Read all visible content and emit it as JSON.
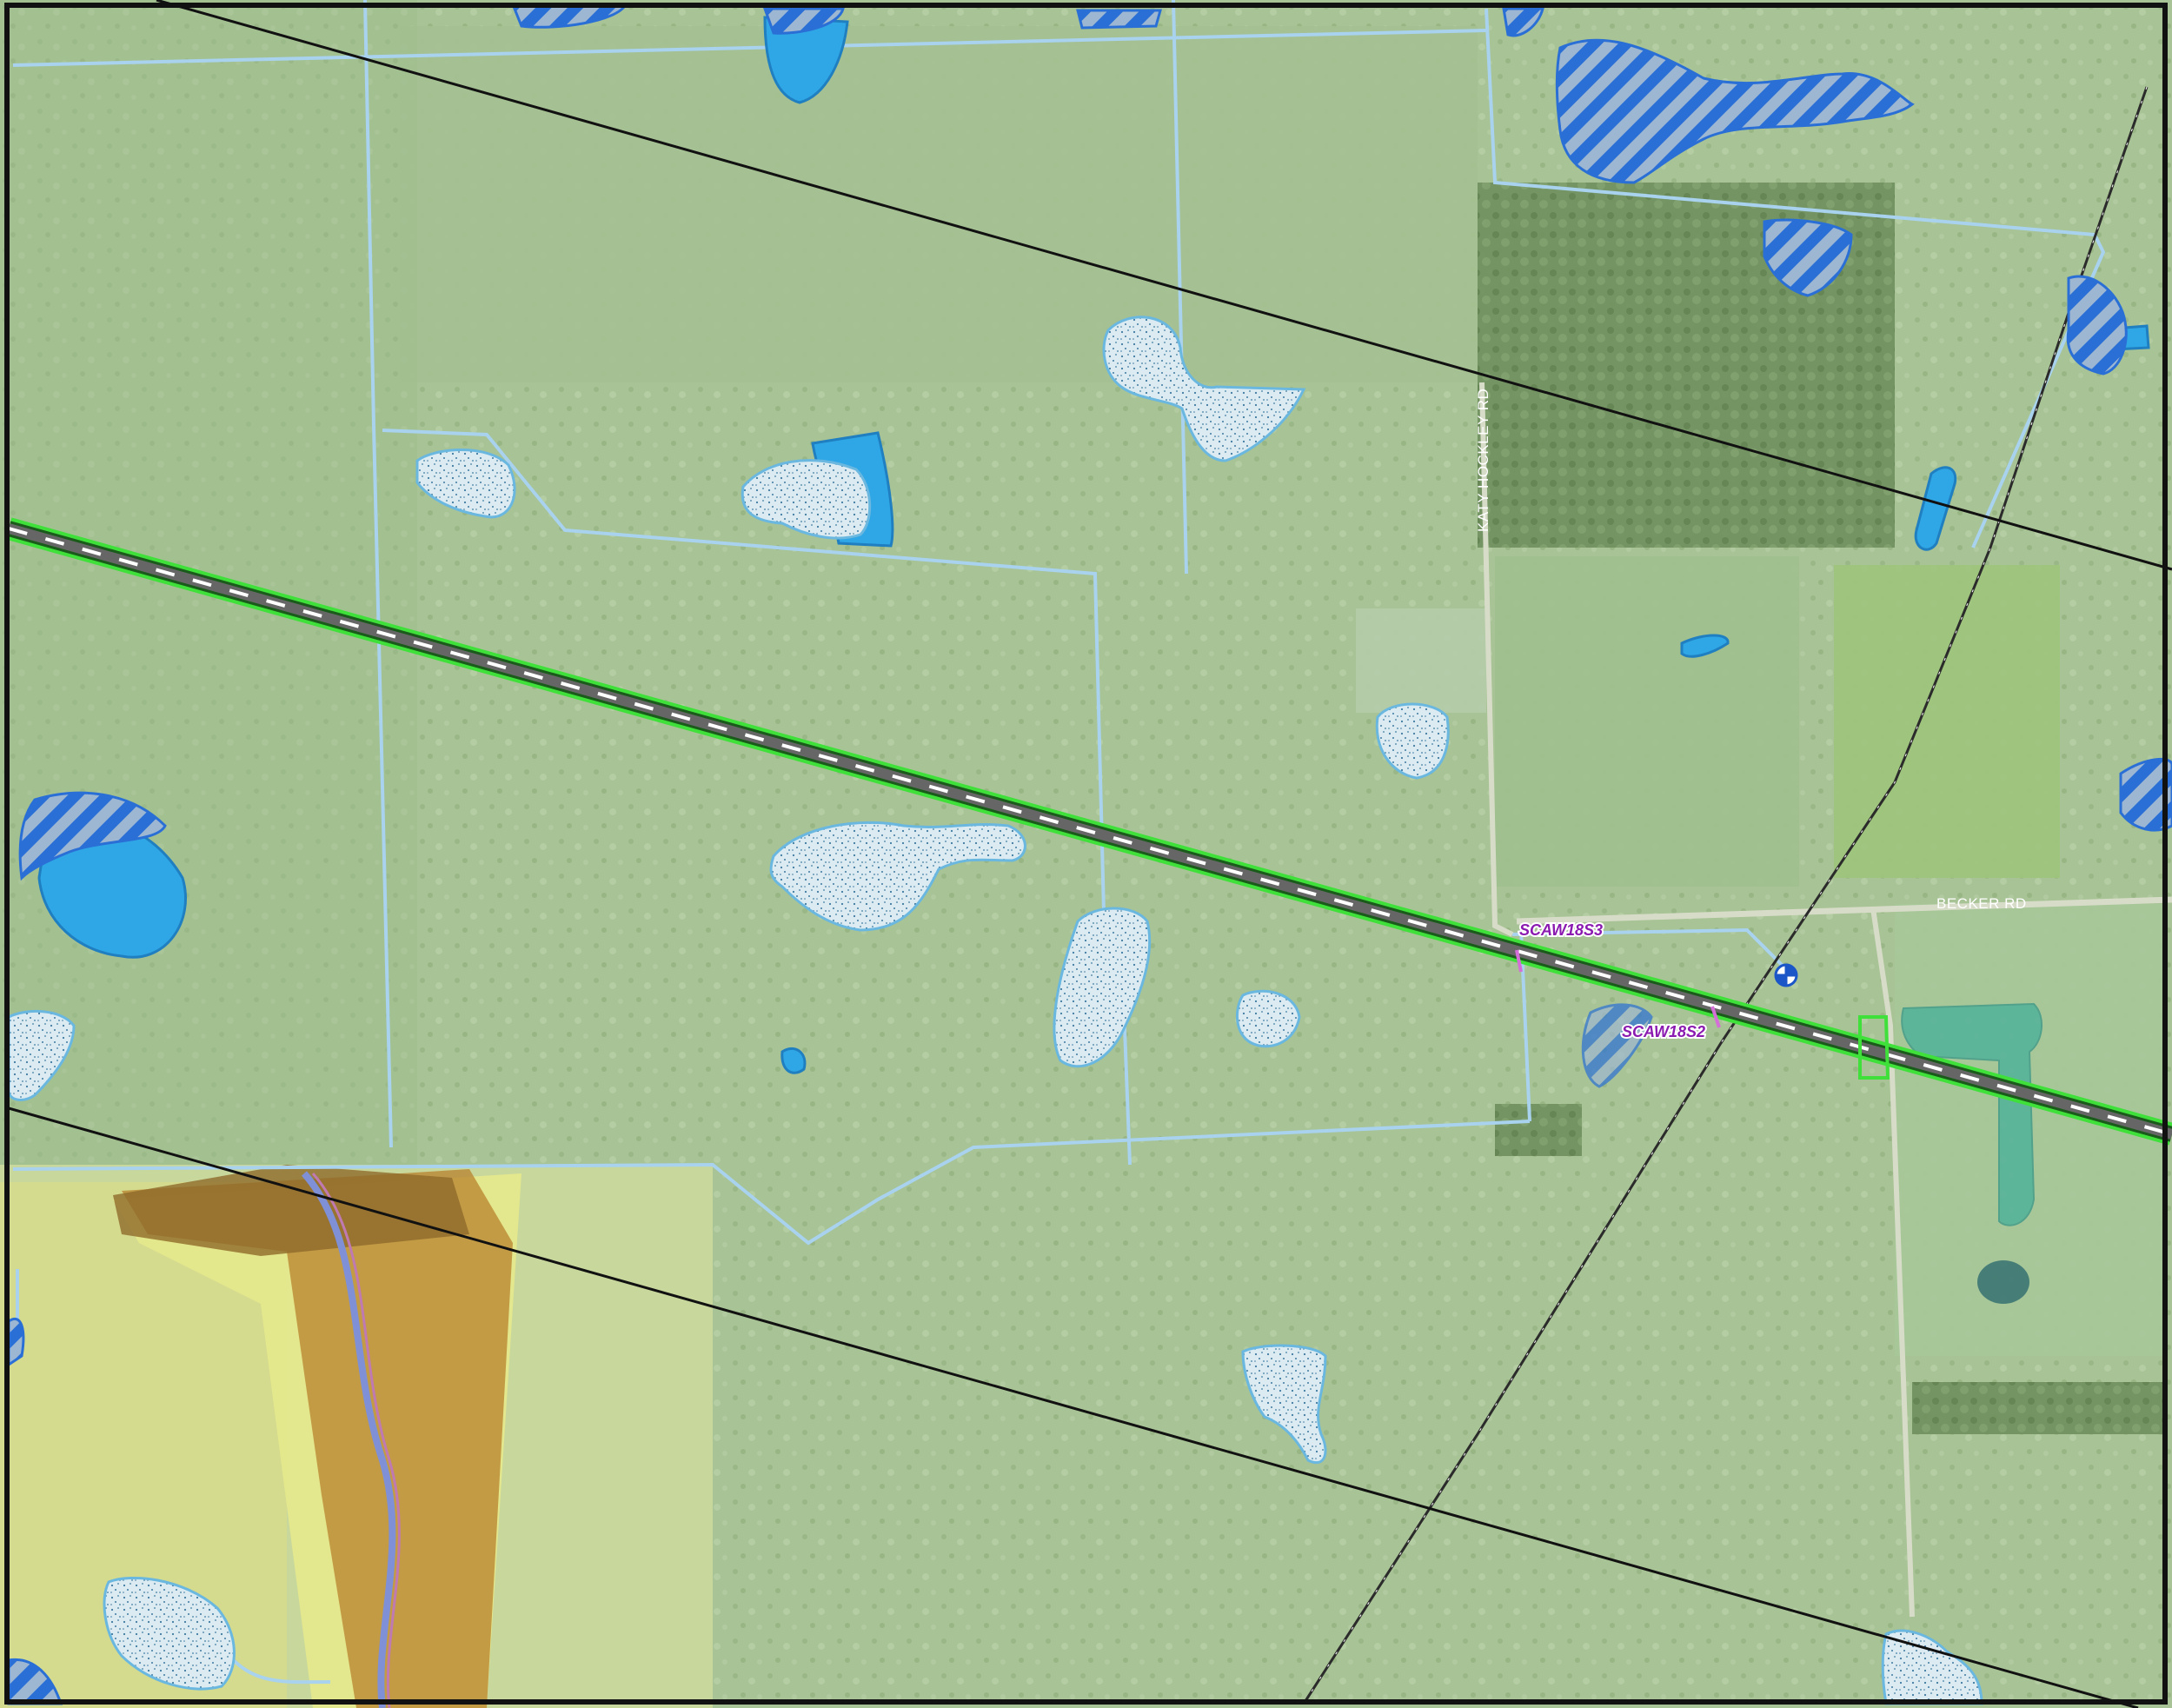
{
  "map": {
    "roads": {
      "katy_hockley": "KATY HOCKLEY RD",
      "becker": "BECKER RD"
    },
    "features": {
      "scaw18s3": "SCAW18S3",
      "scaw18s2": "SCAW18S2"
    },
    "colors": {
      "imagery_field": "#a9c497",
      "imagery_dark": "#8fae7c",
      "forest": "#6f8f5e",
      "stream": "#a8d2ee",
      "pond": "#2fa7e6",
      "wetland_fill": "#dcebf2",
      "wetland_stroke": "#6ab7e0",
      "hatch_blue": "#2a6fd6",
      "flood_zone_yellow": "#e6e98c",
      "flood_zone_orange": "#b8822e",
      "corridor_green": "#3fe03a",
      "boundary_black": "#111111",
      "label_purple": "#8a1ab0"
    },
    "icons": {
      "survey_marker": "crosshair-target-icon"
    }
  }
}
